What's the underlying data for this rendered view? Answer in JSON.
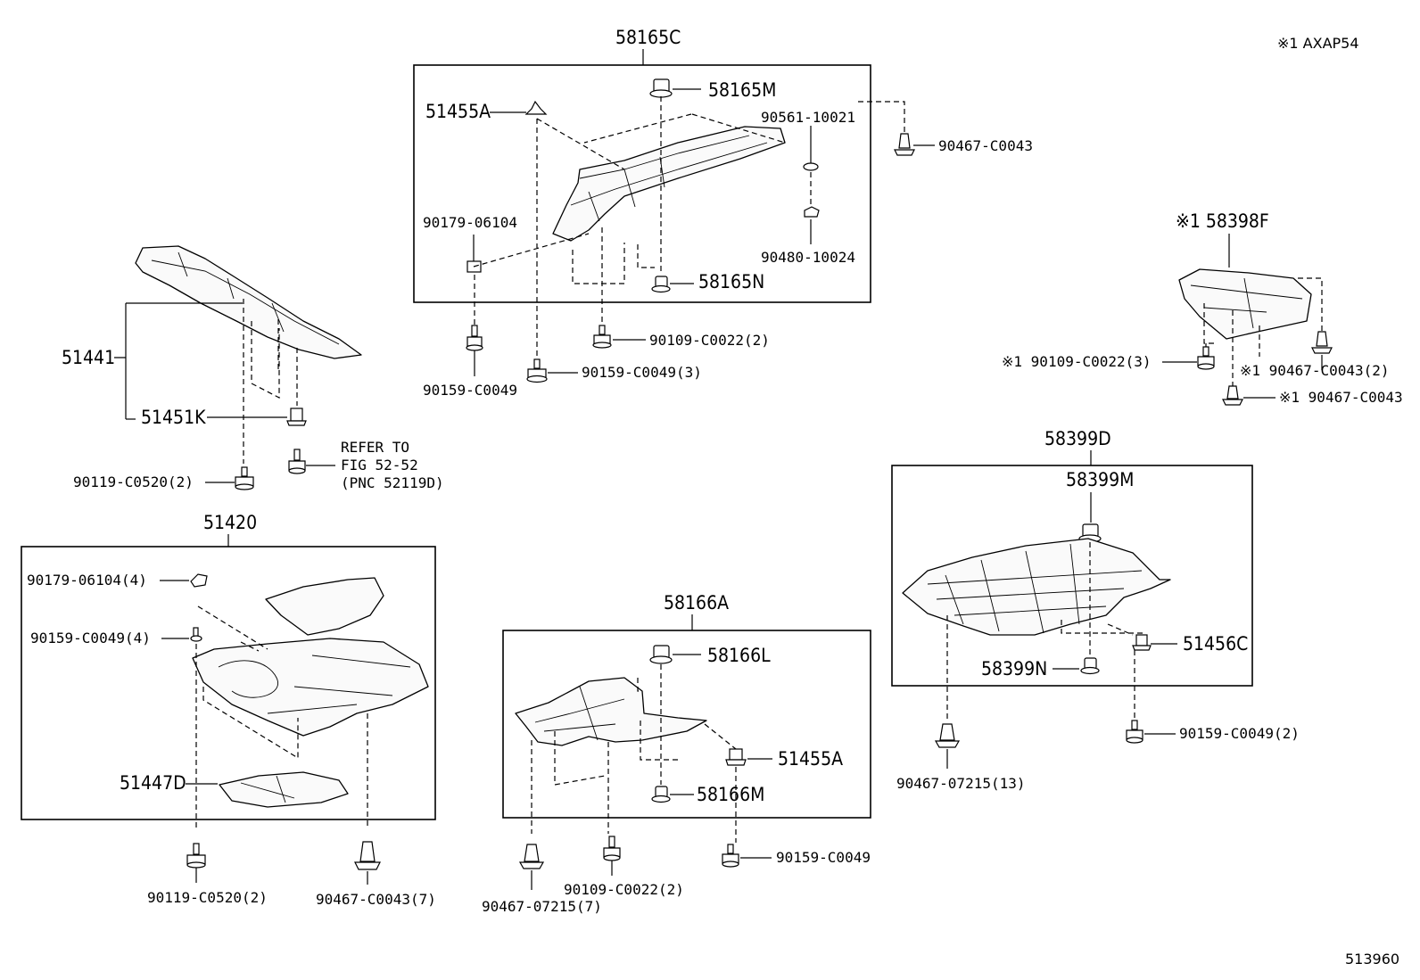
{
  "diagram": {
    "corner_note": "※1 AXAP54",
    "figure_number": "513960",
    "groups": {
      "g58165c": {
        "title": "58165C",
        "labels": {
          "p51455a": "51455A",
          "p58165m": "58165M",
          "p90561": "90561-10021",
          "p90467a": "90467-C0043",
          "p90179a": "90179-06104",
          "p90480": "90480-10024",
          "p58165n": "58165N",
          "p90159a": "90159-C0049",
          "p90159b": "90159-C0049(3)",
          "p90109a": "90109-C0022(2)"
        }
      },
      "g51441": {
        "labels": {
          "p51441": "51441",
          "p51451k": "51451K",
          "p90119a": "90119-C0520(2)",
          "refer1": "REFER TO",
          "refer2": "FIG 52-52",
          "refer3": "(PNC 52119D)"
        }
      },
      "g58398f": {
        "labels": {
          "p58398f": "※1 58398F",
          "p90109b": "※1 90109-C0022(3)",
          "p90467b": "※1 90467-C0043(2)",
          "p90467c": "※1 90467-C0043"
        }
      },
      "g51420": {
        "title": "51420",
        "labels": {
          "p90179b": "90179-06104(4)",
          "p90159c": "90159-C0049(4)",
          "p51447d": "51447D",
          "p90119b": "90119-C0520(2)",
          "p90467d": "90467-C0043(7)"
        }
      },
      "g58166a": {
        "title": "58166A",
        "labels": {
          "p58166l": "58166L",
          "p51455a2": "51455A",
          "p58166m": "58166M",
          "p90467e": "90467-07215(7)",
          "p90109c": "90109-C0022(2)",
          "p90159d": "90159-C0049"
        }
      },
      "g58399d": {
        "title": "58399D",
        "labels": {
          "p58399m": "58399M",
          "p51456c": "51456C",
          "p58399n": "58399N",
          "p90467f": "90467-07215(13)",
          "p90159e": "90159-C0049(2)"
        }
      }
    }
  }
}
